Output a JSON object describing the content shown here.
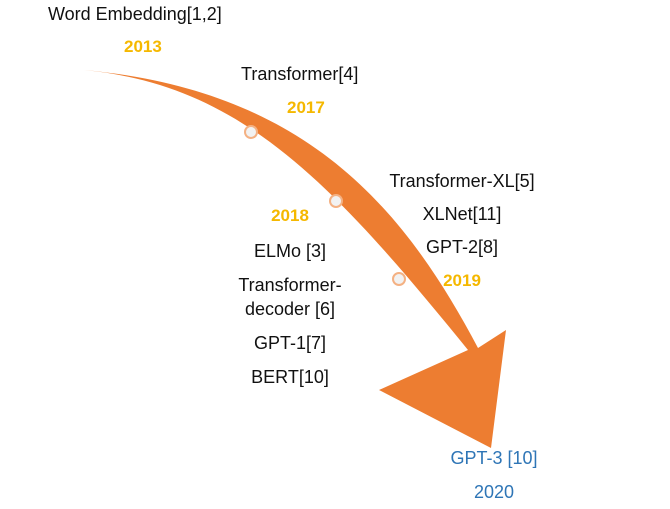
{
  "colors": {
    "arrow": "#ED7D31",
    "milestone_dot_fill": "#F2F2F2",
    "milestone_dot_stroke": "#F4B183",
    "year": "#F5B800",
    "final": "#2E75B6",
    "text": "#111111"
  },
  "milestones": {
    "m2013": {
      "label": "Word Embedding[1,2]",
      "year": "2013"
    },
    "m2017": {
      "label": "Transformer[4]",
      "year": "2017"
    },
    "m2018": {
      "year": "2018",
      "items": [
        "ELMo [3]",
        "Transformer-",
        "decoder [6]",
        "GPT-1[7]",
        "BERT[10]"
      ]
    },
    "m2019": {
      "year": "2019",
      "items": [
        "Transformer-XL[5]",
        "XLNet[11]",
        "GPT-2[8]"
      ]
    },
    "m2020": {
      "label": "GPT-3 [10]",
      "year": "2020"
    }
  }
}
